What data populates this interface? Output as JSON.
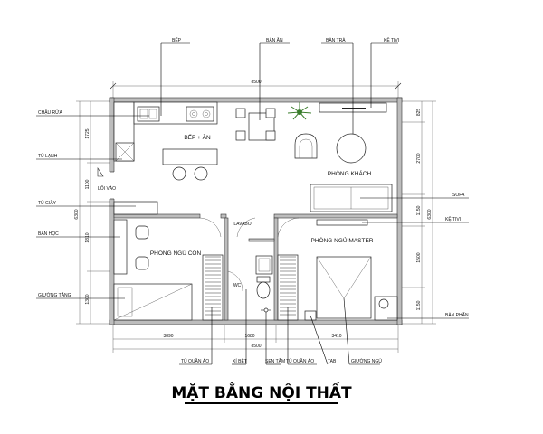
{
  "title": "MẶT BẰNG NỘI THẤT",
  "callouts_top": {
    "bep": "BẾP",
    "ban_an": "BÀN ĂN",
    "ban_tra": "BÀN TRÀ",
    "ke_tivi": "KỆ TIVI"
  },
  "callouts_left": {
    "chau_rua": "CHẬU RỬA",
    "tu_lanh": "TỦ LẠNH",
    "tu_giay": "TỦ GIẦY",
    "ban_hoc": "BÀN HỌC",
    "giuong_tang": "GIƯỜNG TẦNG"
  },
  "callouts_right": {
    "sofa": "SOFA",
    "ke_tivi": "KỆ TIVI",
    "ban_phan": "BÀN PHẤN"
  },
  "callouts_bottom": {
    "tu_quan_ao": "TỦ QUẦN ÁO",
    "xi_bet": "XÍ BỆT",
    "sen_tam": "SEN TẮM",
    "tu_quan_ao_2": "TỦ QUẦN ÁO",
    "tab": "TAB",
    "giuong_ngu": "GIƯỜNG NGỦ"
  },
  "rooms": {
    "kitchen": "BẾP + ĂN",
    "living": "PHÒNG KHÁCH",
    "child": "PHÒNG NGỦ CON",
    "master": "PHÒNG NGỦ MASTER",
    "wc": "WC",
    "lavabo": "LAVABO",
    "entry": "LỐI VÀO"
  },
  "dimensions": {
    "top_total": "8500",
    "bottom_total": "8500",
    "bottom_seg1": "3890",
    "bottom_seg2": "1680",
    "bottom_seg3": "3410",
    "left_total": "6300",
    "left_seg1": "1725",
    "left_seg2": "1100",
    "left_seg3": "1810",
    "left_seg4": "1300",
    "right_total": "6300",
    "right_seg1": "825",
    "right_seg2": "2700",
    "right_seg3": "1150",
    "right_seg4": "1500",
    "right_seg5": "1150"
  }
}
